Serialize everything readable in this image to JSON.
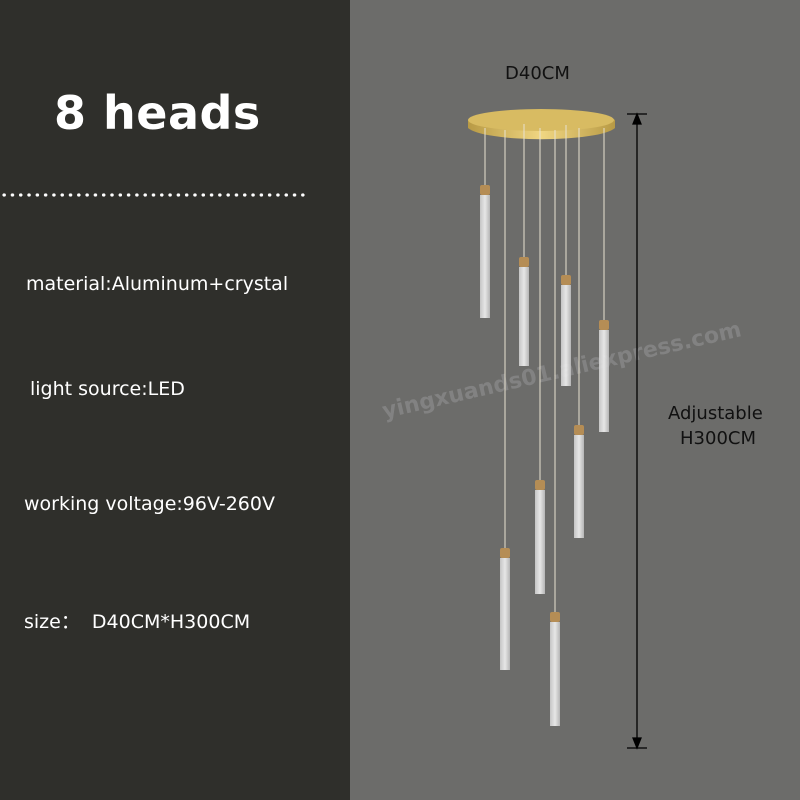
{
  "title": "8 heads",
  "specs": {
    "material": "material:Aluminum+crystal",
    "light_source": "light source:LED",
    "voltage": "working voltage:96V-260V",
    "size": "size：  D40CM*H300CM"
  },
  "dimensions": {
    "diameter": "D40CM",
    "height_line1": "Adjustable",
    "height_line2": "H300CM"
  },
  "watermark": "yingxuands01.aliexpress.com",
  "colors": {
    "left_panel": "#2f2f2b",
    "right_panel": "#6c6c6a",
    "brass": "#c9a84a"
  }
}
